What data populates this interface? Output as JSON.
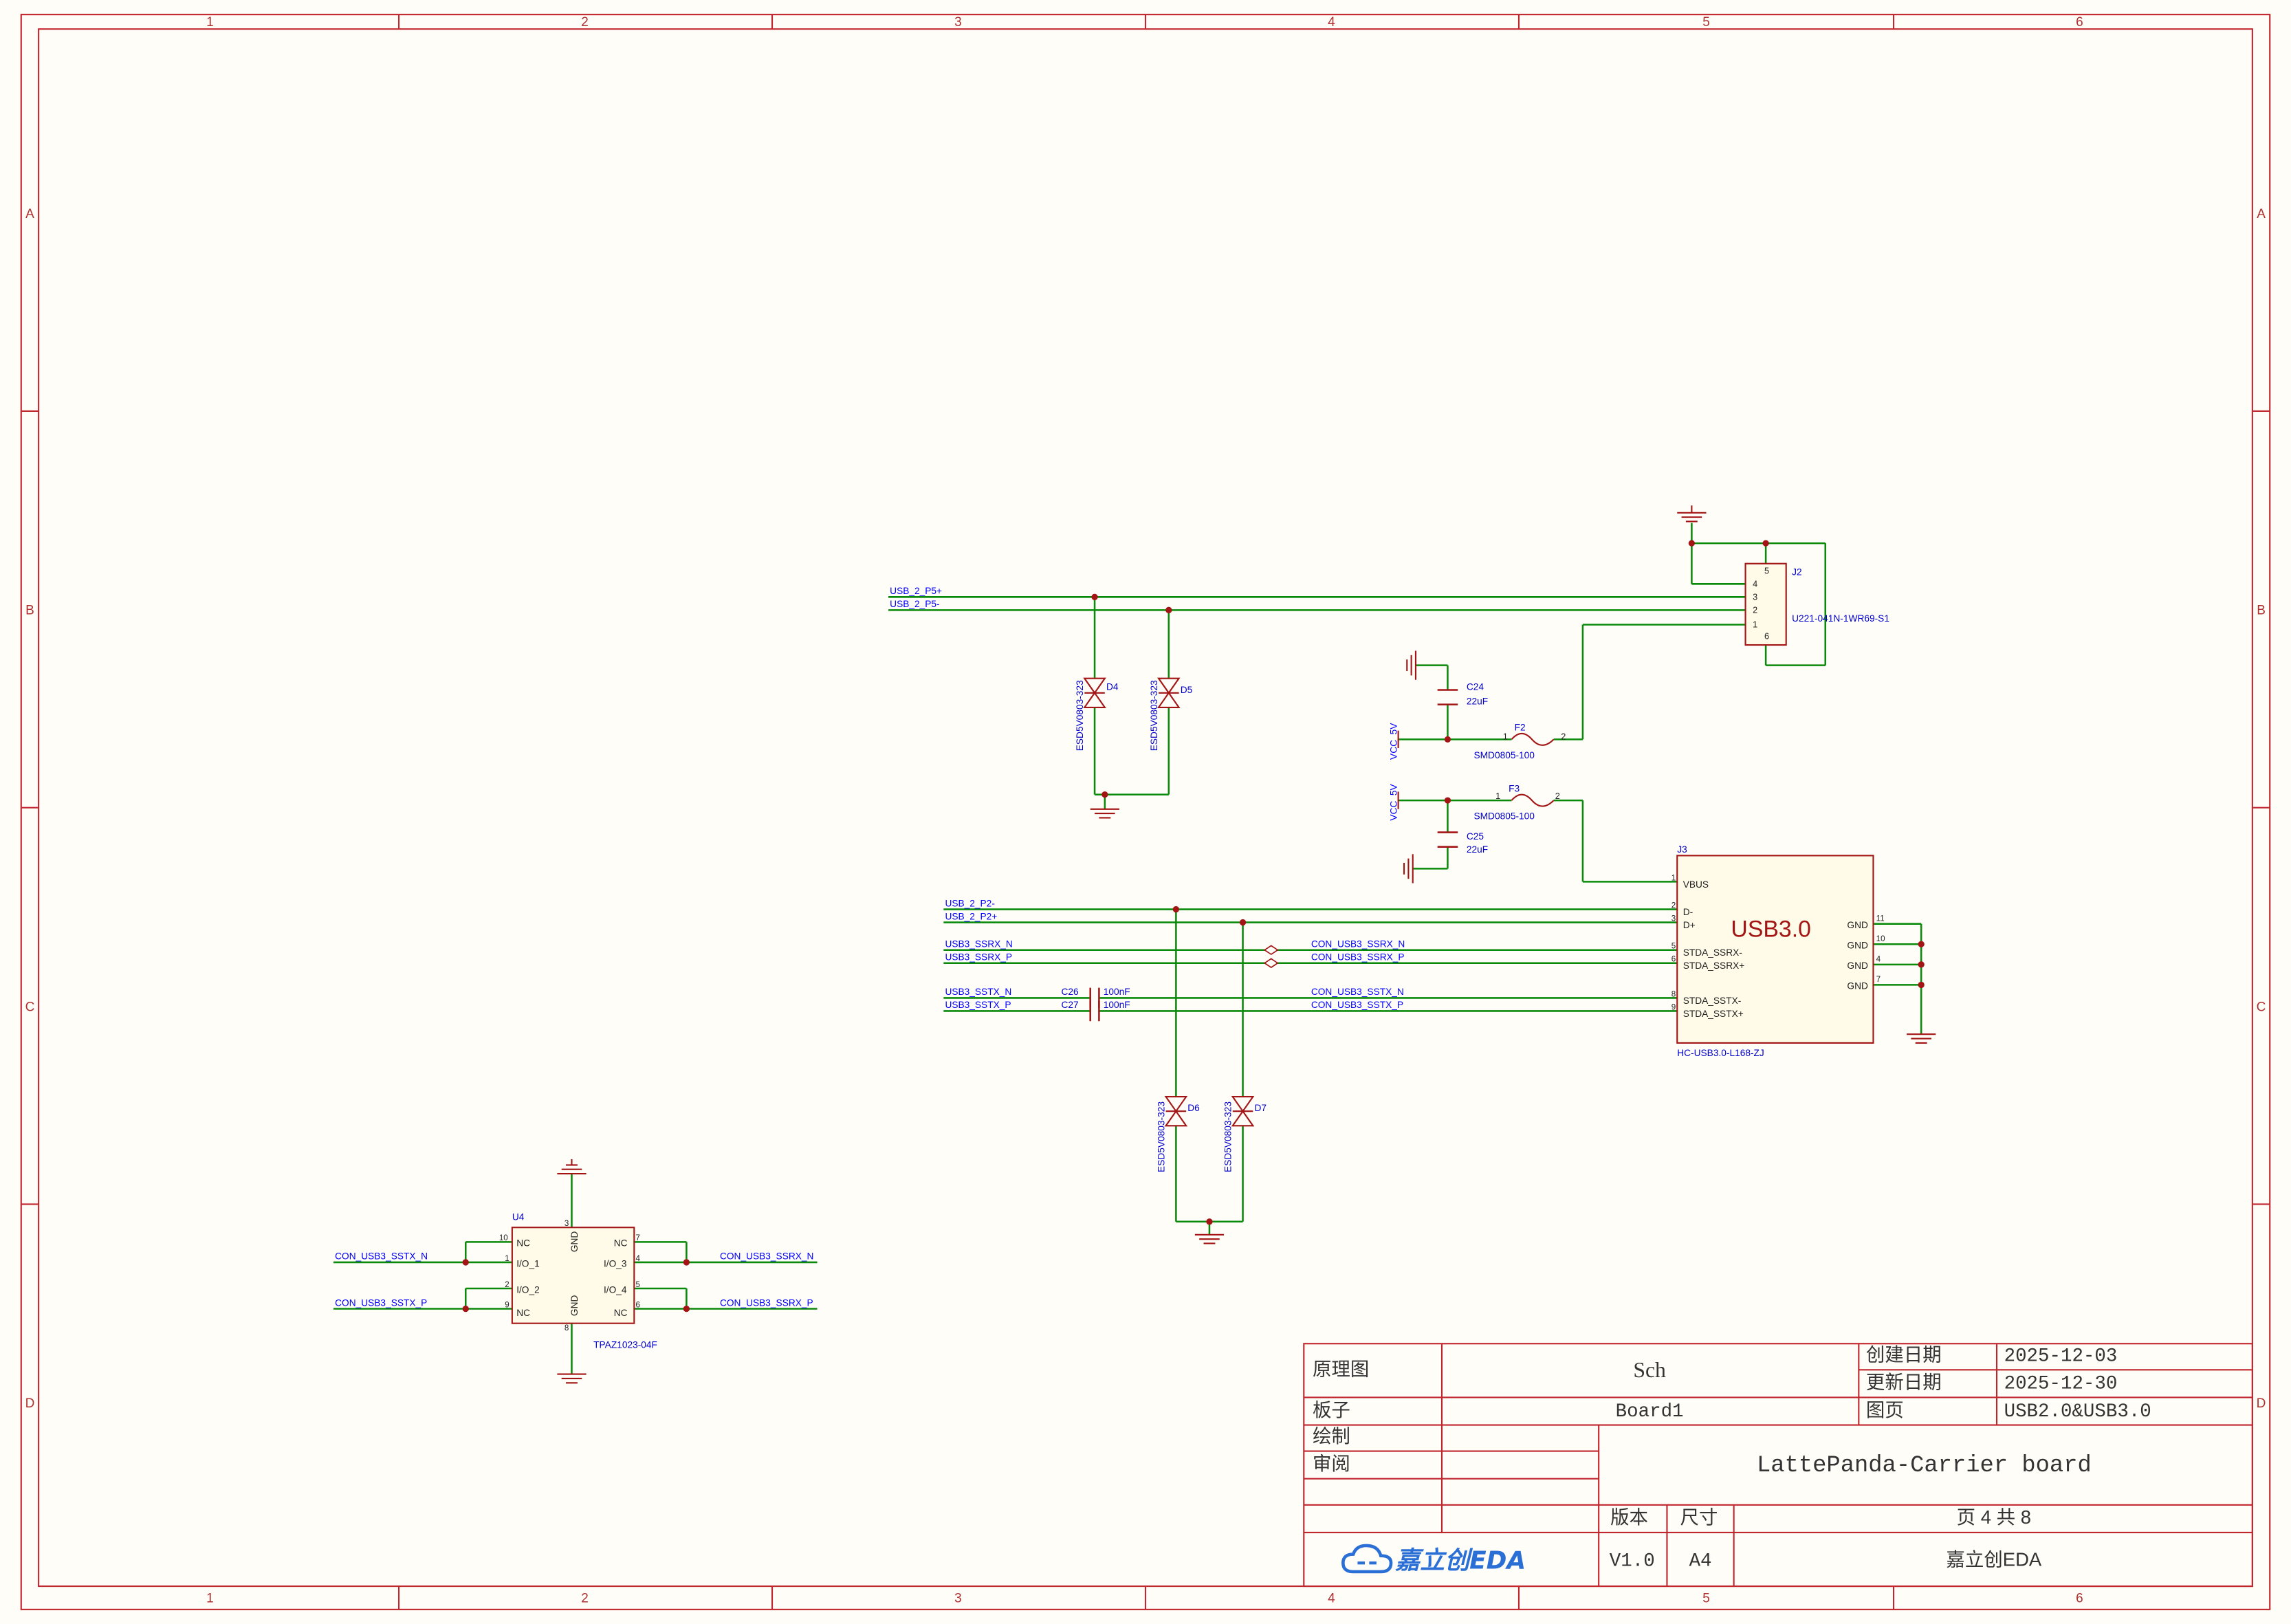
{
  "colors": {
    "border": "#c0262d",
    "wire": "#0a8a0a",
    "part": "#a31515",
    "net_label": "#0000ff",
    "paper": "#fffdf8"
  },
  "frame": {
    "columns": [
      "1",
      "2",
      "3",
      "4",
      "5",
      "6"
    ],
    "rows": [
      "A",
      "B",
      "C",
      "D"
    ]
  },
  "nets": {
    "usb2_p5p": "USB_2_P5+",
    "usb2_p5n": "USB_2_P5-",
    "usb2_p2n": "USB_2_P2-",
    "usb2_p2p": "USB_2_P2+",
    "usb3_ssrx_n": "USB3_SSRX_N",
    "usb3_ssrx_p": "USB3_SSRX_P",
    "usb3_sstx_n": "USB3_SSTX_N",
    "usb3_sstx_p": "USB3_SSTX_P",
    "con_ssrx_n": "CON_USB3_SSRX_N",
    "con_ssrx_p": "CON_USB3_SSRX_P",
    "con_sstx_n": "CON_USB3_SSTX_N",
    "con_sstx_p": "CON_USB3_SSTX_P",
    "vcc5_a": "VCC_5V",
    "vcc5_b": "VCC_5V"
  },
  "parts": {
    "J2": {
      "ref": "J2",
      "value": "U221-041N-1WR69-S1",
      "pins": [
        "5",
        "4",
        "3",
        "2",
        "1",
        "6"
      ]
    },
    "J3": {
      "ref": "J3",
      "value": "HC-USB3.0-L168-ZJ",
      "title": "USB3.0",
      "left_pins": [
        {
          "num": "1",
          "name": "VBUS"
        },
        {
          "num": "2",
          "name": "D-"
        },
        {
          "num": "3",
          "name": "D+"
        },
        {
          "num": "5",
          "name": "STDA_SSRX-"
        },
        {
          "num": "6",
          "name": "STDA_SSRX+"
        },
        {
          "num": "8",
          "name": "STDA_SSTX-"
        },
        {
          "num": "9",
          "name": "STDA_SSTX+"
        }
      ],
      "right_pins": [
        {
          "num": "11",
          "name": "GND"
        },
        {
          "num": "10",
          "name": "GND"
        },
        {
          "num": "4",
          "name": "GND"
        },
        {
          "num": "7",
          "name": "GND"
        }
      ]
    },
    "D4": {
      "ref": "D4",
      "value": "ESD5V0803-323"
    },
    "D5": {
      "ref": "D5",
      "value": "ESD5V0803-323"
    },
    "D6": {
      "ref": "D6",
      "value": "ESD5V0803-323"
    },
    "D7": {
      "ref": "D7",
      "value": "ESD5V0803-323"
    },
    "C24": {
      "ref": "C24",
      "value": "22uF"
    },
    "C25": {
      "ref": "C25",
      "value": "22uF"
    },
    "C26": {
      "ref": "C26",
      "value": "100nF"
    },
    "C27": {
      "ref": "C27",
      "value": "100nF"
    },
    "F2": {
      "ref": "F2",
      "value": "SMD0805-100",
      "pin1": "1",
      "pin2": "2"
    },
    "F3": {
      "ref": "F3",
      "value": "SMD0805-100",
      "pin1": "1",
      "pin2": "2"
    },
    "U4": {
      "ref": "U4",
      "value": "TPAZ1023-04F",
      "left": [
        {
          "num": "10",
          "name": "NC"
        },
        {
          "num": "1",
          "name": "I/O_1"
        },
        {
          "num": "2",
          "name": "I/O_2"
        },
        {
          "num": "9",
          "name": "NC"
        }
      ],
      "right": [
        {
          "num": "7",
          "name": "NC"
        },
        {
          "num": "4",
          "name": "I/O_3"
        },
        {
          "num": "5",
          "name": "I/O_4"
        },
        {
          "num": "6",
          "name": "NC"
        }
      ],
      "gnd_top": {
        "num": "3",
        "name": "GND"
      },
      "gnd_bottom": {
        "num": "8",
        "name": "GND"
      }
    }
  },
  "title_block": {
    "schematic_label": "原理图",
    "schematic_value": "Sch",
    "board_label": "板子",
    "board_value": "Board1",
    "created_label": "创建日期",
    "created_value": "2025-12-03",
    "updated_label": "更新日期",
    "updated_value": "2025-12-30",
    "page_label": "图页",
    "page_value": "USB2.0&USB3.0",
    "drawn_label": "绘制",
    "review_label": "审阅",
    "project": "LattePanda-Carrier board",
    "version_label": "版本",
    "version_value": "V1.0",
    "size_label": "尺寸",
    "size_value": "A4",
    "page_count": "页 4 共 8",
    "company": "嘉立创EDA",
    "logo_text": "嘉立创EDA"
  }
}
